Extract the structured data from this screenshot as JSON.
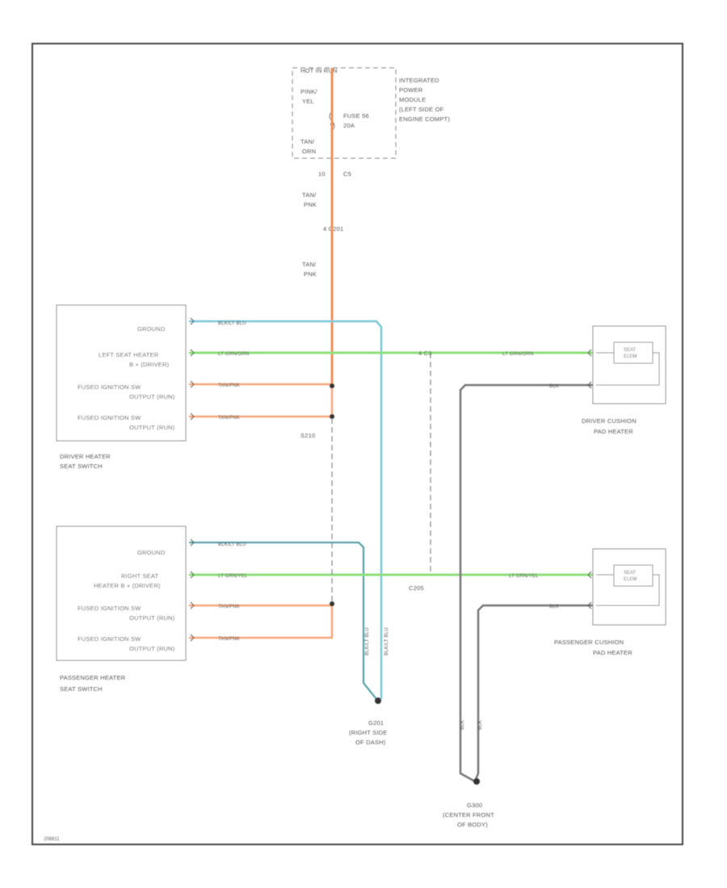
{
  "colors": {
    "orange_wire": "#f6a77a",
    "orange_dark": "#f09058",
    "green_wire": "#8ee07a",
    "blue_wire": "#7cc8d8",
    "black_wire": "#777777",
    "frame": "#444444",
    "component_box": "#888888"
  },
  "ipm": {
    "hot_label": "HOT IN RUN",
    "fuse_label": "FUSE 56",
    "fuse_rating": "20A",
    "wire_top_1": "PINK/",
    "wire_top_2": "YEL",
    "wire_bottom_1": "TAN/",
    "wire_bottom_2": "ORN",
    "connector_left": "10",
    "connector_right": "C5",
    "title_1": "INTEGRATED",
    "title_2": "POWER",
    "title_3": "MODULE",
    "title_4": "(LEFT SIDE OF",
    "title_5": "ENGINE COMPT)"
  },
  "main_feed": {
    "wire_1a": "TAN/",
    "wire_1b": "PNK",
    "connector": "4  C201",
    "wire_2a": "TAN/",
    "wire_2b": "PNK"
  },
  "driver_switch": {
    "pin_ground": "GROUND",
    "pin_heater_1": "LEFT SEAT HEATER",
    "pin_heater_2": "B + (DRIVER)",
    "pin_fused1_1": "FUSED IGNITION SW",
    "pin_fused1_2": "OUTPUT (RUN)",
    "pin_fused2_1": "FUSED IGNITION SW",
    "pin_fused2_2": "OUTPUT (RUN)",
    "title_1": "DRIVER HEATER",
    "title_2": "SEAT SWITCH",
    "wire_ground": "BLK/LT BLU",
    "wire_heater": "LT GRN/ORN",
    "wire_fused": "TAN/PNK"
  },
  "passenger_switch": {
    "pin_ground": "GROUND",
    "pin_heater_1": "RIGHT SEAT",
    "pin_heater_2": "HEATER B + (DRIVER)",
    "pin_fused1_1": "FUSED IGNITION SW",
    "pin_fused1_2": "OUTPUT (RUN)",
    "pin_fused2_1": "FUSED IGNITION SW",
    "pin_fused2_2": "OUTPUT (RUN)",
    "title_1": "PASSENGER HEATER",
    "title_2": "SEAT SWITCH",
    "wire_ground": "BLK/LT BLU",
    "wire_heater": "LT GRN/YEL",
    "wire_fused": "TAN/PNK"
  },
  "splice_s210": "S210",
  "connector_c4": "4  C3",
  "connector_c205": "C205",
  "driver_pad": {
    "title_1": "DRIVER CUSHION",
    "title_2": "PAD HEATER",
    "wire_in": "LT GRN/ORN",
    "wire_gnd": "BLK",
    "element_1": "SEAT",
    "element_2": "ELEM"
  },
  "passenger_pad": {
    "title_1": "PASSENGER CUSHION",
    "title_2": "PAD HEATER",
    "wire_in": "LT GRN/YEL",
    "wire_gnd": "BLK",
    "element_1": "SEAT",
    "element_2": "ELEM"
  },
  "ground_g201": {
    "id": "G201",
    "loc_1": "(RIGHT SIDE",
    "loc_2": "OF DASH)",
    "wire_a": "BLK/LT BLU",
    "wire_b": "BLK/LT BLU"
  },
  "ground_g300": {
    "id": "G300",
    "loc_1": "(CENTER FRONT",
    "loc_2": "OF BODY)",
    "wire_a": "BLK",
    "wire_b": "BLK"
  },
  "footer_code": "208811"
}
